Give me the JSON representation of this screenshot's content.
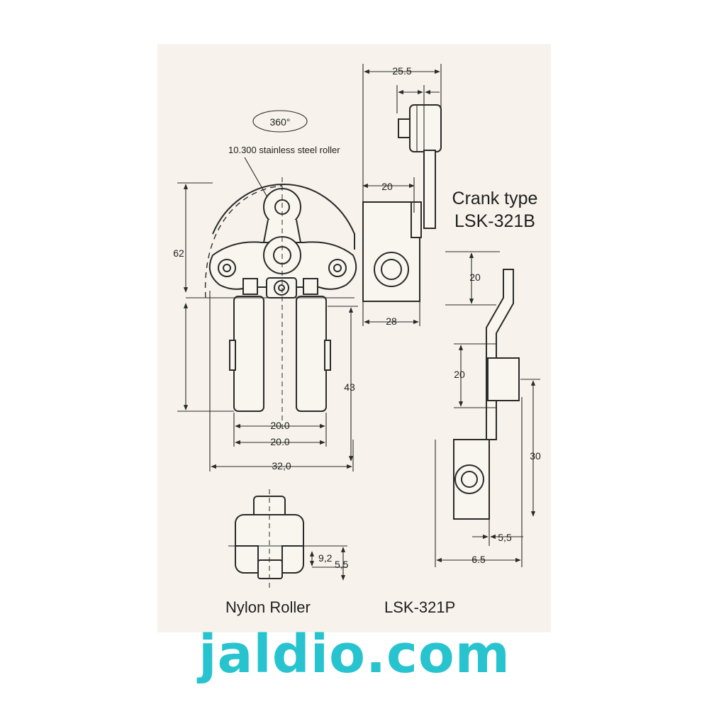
{
  "front_view": {
    "rotation": "360°",
    "roller_callout": "10.300 stainless steel roller",
    "dims": {
      "d62": "62",
      "d43": "43",
      "w1": "20.0",
      "w2": "20.0",
      "w3": "32,0"
    }
  },
  "side_view": {
    "dims": {
      "d25_5": "25.5",
      "d20": "20",
      "d28": "28"
    }
  },
  "plunger_view": {
    "dims": {
      "d20a": "20",
      "d20b": "20",
      "d30": "30",
      "d5_5": "5,5",
      "d6_5": "6.5"
    }
  },
  "nylon_view": {
    "dims": {
      "d9_2": "9,2",
      "d5_5": "5,5"
    }
  },
  "labels": {
    "crank_type": "Crank type",
    "crank_model": "LSK-321B",
    "nylon_roller": "Nylon Roller",
    "plunger_model": "LSK-321P"
  },
  "watermark": {
    "text": "jaldio.com",
    "color": "#27c4cf"
  }
}
